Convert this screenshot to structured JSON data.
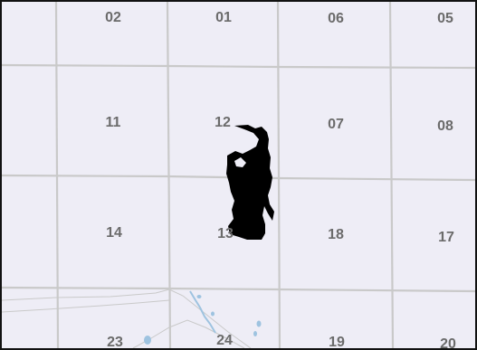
{
  "map": {
    "background_color": "#eeedf6",
    "grid_line_color": "#c9c9c9",
    "feature_color": "#000000",
    "water_color": "#9ec3e0",
    "sections": [
      {
        "label": "02",
        "partial": false
      },
      {
        "label": "01",
        "partial": false
      },
      {
        "label": "06",
        "partial": false
      },
      {
        "label": "05",
        "partial": false
      },
      {
        "label": "11",
        "partial": false
      },
      {
        "label": "12",
        "partial": false
      },
      {
        "label": "07",
        "partial": false
      },
      {
        "label": "08",
        "partial": false
      },
      {
        "label": "14",
        "partial": false
      },
      {
        "label": "13",
        "partial": false
      },
      {
        "label": "18",
        "partial": false
      },
      {
        "label": "17",
        "partial": false
      },
      {
        "label": "23",
        "partial": false
      },
      {
        "label": "24",
        "partial": false
      },
      {
        "label": "19",
        "partial": false
      },
      {
        "label": "20",
        "partial": false
      }
    ]
  }
}
